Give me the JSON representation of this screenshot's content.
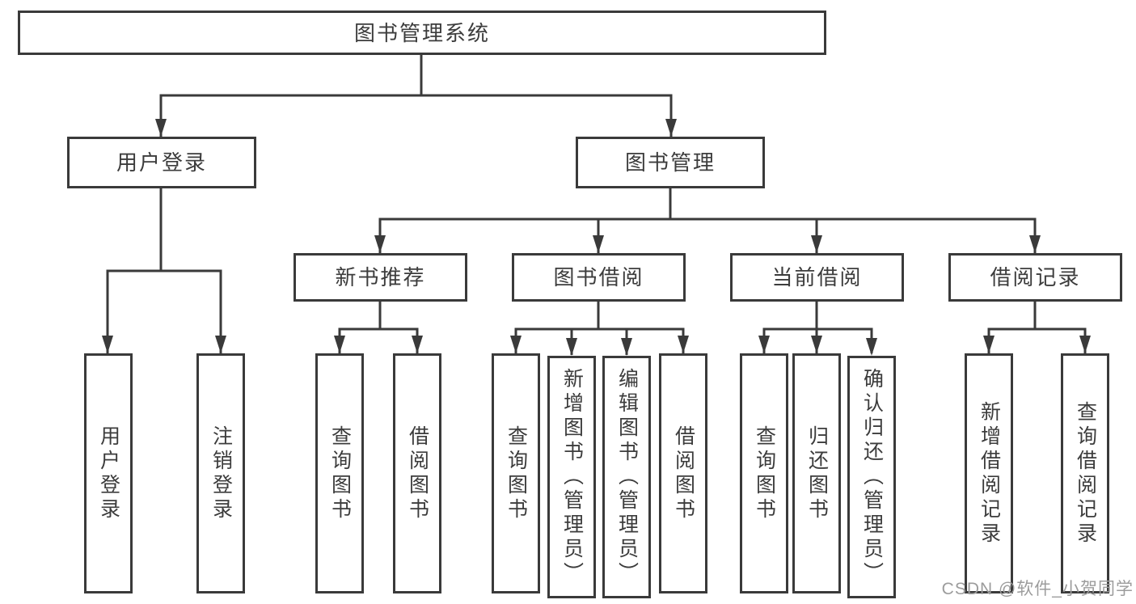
{
  "tree": {
    "root": {
      "label": "图书管理系统"
    },
    "branches": [
      {
        "label": "用户登录",
        "children": [
          {
            "label": "用户登录"
          },
          {
            "label": "注销登录"
          }
        ]
      },
      {
        "label": "图书管理",
        "groups": [
          {
            "label": "新书推荐",
            "children": [
              {
                "label": "查询图书"
              },
              {
                "label": "借阅图书"
              }
            ]
          },
          {
            "label": "图书借阅",
            "children": [
              {
                "label": "查询图书"
              },
              {
                "label": "新增图书（管理员）"
              },
              {
                "label": "编辑图书（管理员）"
              },
              {
                "label": "借阅图书"
              }
            ]
          },
          {
            "label": "当前借阅",
            "children": [
              {
                "label": "查询图书"
              },
              {
                "label": "归还图书"
              },
              {
                "label": "确认归还（管理员）"
              }
            ]
          },
          {
            "label": "借阅记录",
            "children": [
              {
                "label": "新增借阅记录"
              },
              {
                "label": "查询借阅记录"
              }
            ]
          }
        ]
      }
    ]
  },
  "watermark": {
    "text": "CSDN @软件_小贺同学"
  },
  "colors": {
    "line": "#3a3a3a",
    "text": "#3c3c3c",
    "watermark": "#9c9c9c",
    "background": "#ffffff"
  }
}
